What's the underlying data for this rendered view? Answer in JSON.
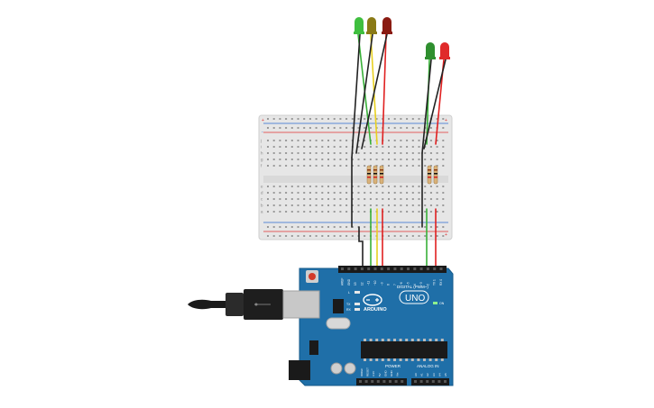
{
  "board": {
    "brand": "ARDUINO",
    "model": "UNO",
    "digital_label": "DIGITAL (PWM~)",
    "power_label": "POWER",
    "analog_label": "ANALOG IN",
    "on_label": "ON",
    "led_labels": [
      "L",
      "TX",
      "RX"
    ],
    "digital_pins": [
      "AREF",
      "GND",
      "13",
      "12",
      "~11",
      "~10",
      "~9",
      "8",
      "7",
      "~6",
      "~5",
      "4",
      "~3",
      "2",
      "TX 1",
      "RX 0"
    ],
    "power_pins": [
      "IOREF",
      "RESET",
      "3.3V",
      "5V",
      "GND",
      "GND",
      "Vin"
    ],
    "analog_pins": [
      "A0",
      "A1",
      "A2",
      "A3",
      "A4",
      "A5"
    ]
  },
  "breadboard": {
    "row_letters_top": [
      "j",
      "i",
      "h",
      "g",
      "f"
    ],
    "row_letters_bottom": [
      "e",
      "d",
      "c",
      "b",
      "a"
    ],
    "rail_plus": "+",
    "rail_minus": "-"
  },
  "leds": [
    {
      "name": "led-green-1",
      "color": "#3fbf3f"
    },
    {
      "name": "led-yellow",
      "color": "#8a7a16"
    },
    {
      "name": "led-red-1",
      "color": "#8a1b12"
    },
    {
      "name": "led-green-2",
      "color": "#2f8f2f"
    },
    {
      "name": "led-red-2",
      "color": "#e02a2a"
    }
  ],
  "colors": {
    "board_blue": "#1f6fa8",
    "breadboard": "#e6e6e6",
    "wire_black": "#222222",
    "wire_red": "#e02020",
    "wire_green": "#38b038",
    "wire_yellow": "#e8d020"
  }
}
